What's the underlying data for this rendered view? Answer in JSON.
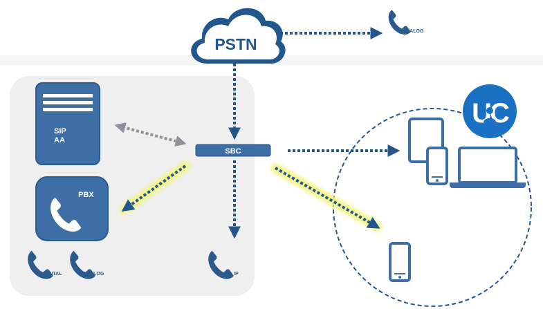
{
  "cloud": {
    "label": "PSTN"
  },
  "analog_top": {
    "label": "ANALOG"
  },
  "server": {
    "line1": "SIP",
    "line2": "AA"
  },
  "pbx": {
    "label": "PBX"
  },
  "sbc": {
    "label": "SBC"
  },
  "phones_bottom": {
    "digital": "DIGITAL",
    "analog": "ANALOG",
    "ip": "IP"
  },
  "uc_badge": {
    "text": "UC"
  },
  "colors": {
    "primary_blue": "#3d6fa6",
    "dark_blue": "#23568c",
    "arrow_gray": "#8d9299",
    "glow_yellow": "#f3f58a",
    "panel_gray": "#efefef",
    "badge_blue": "#1a70c2"
  }
}
